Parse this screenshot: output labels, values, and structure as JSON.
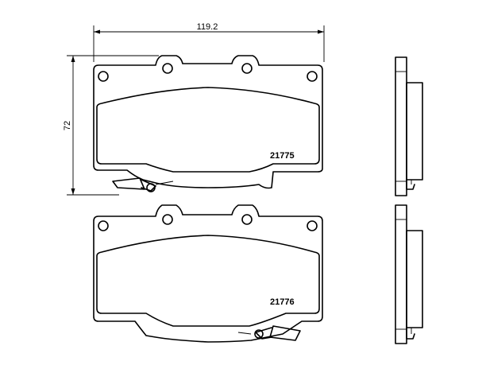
{
  "dimensions": {
    "width_label": "119.2",
    "height_label": "72"
  },
  "parts": {
    "top_pad_number": "21775",
    "bottom_pad_number": "21776"
  },
  "colors": {
    "line": "#000000",
    "background": "#ffffff"
  }
}
